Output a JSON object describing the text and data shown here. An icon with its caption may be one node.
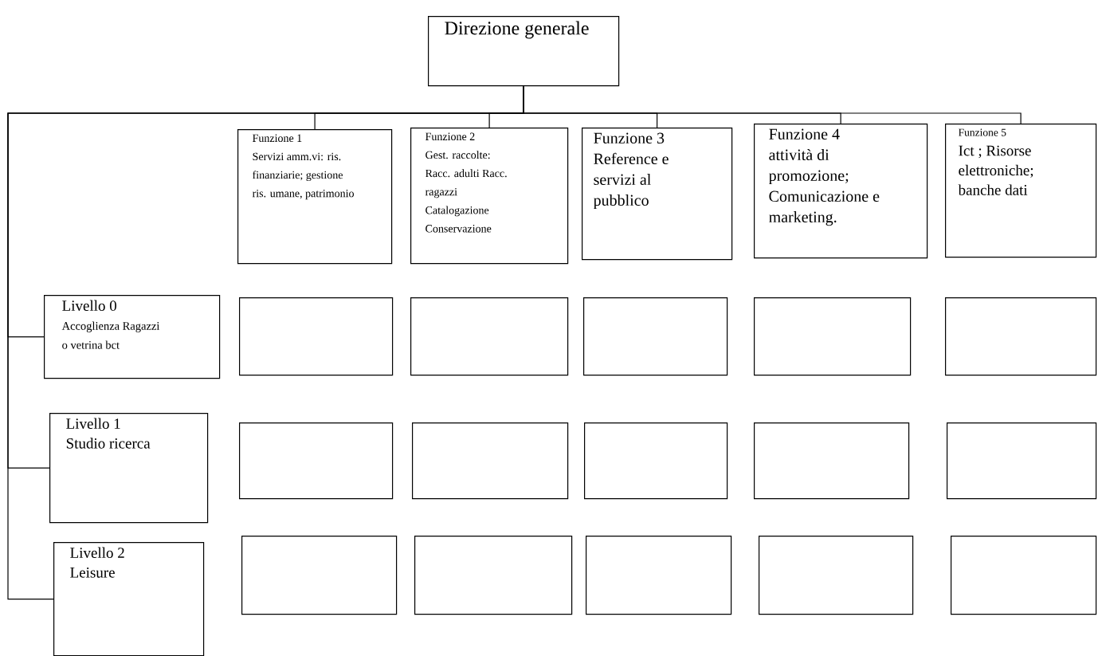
{
  "diagram": {
    "nodes": [
      {
        "text": [
          "Direzione generale"
        ]
      },
      {
        "text": [
          "Funzione 1",
          "Servizi amm.vi: ris. finanziarie; gestione ris. umane, patrimonio"
        ]
      },
      {
        "text": [
          "Funzione 2",
          "Gest. raccolte: Racc. adulti Racc. ragazzi Catalogazione Conservazione"
        ]
      },
      {
        "text": [
          "Funzione 3",
          "Reference e servizi al pubblico"
        ]
      },
      {
        "text": [
          "Funzione 4",
          "attività di promozione; Comunicazione e marketing."
        ]
      },
      {
        "text": [
          "Funzione 5",
          "Ict ; Risorse elettroniche; banche dati"
        ]
      },
      {
        "text": [
          "Livello 0",
          "Accoglienza Ragazzi o vetrina bct"
        ]
      },
      {
        "text": [
          "Livello 1",
          "Studio ricerca"
        ]
      },
      {
        "text": [
          "Livello 2",
          "Leisure"
        ]
      },
      {
        "text": [],
        "shape": "box"
      },
      {
        "text": [],
        "shape": "box"
      },
      {
        "text": [],
        "shape": "box"
      },
      {
        "text": [],
        "shape": "box"
      },
      {
        "text": [],
        "shape": "box"
      },
      {
        "text": [],
        "shape": "box"
      },
      {
        "text": [],
        "shape": "box"
      },
      {
        "text": [],
        "shape": "box"
      },
      {
        "text": [],
        "shape": "box"
      },
      {
        "text": [],
        "shape": "box"
      },
      {
        "text": [],
        "shape": "box"
      },
      {
        "text": [],
        "shape": "box"
      },
      {
        "text": [],
        "shape": "box"
      },
      {
        "text": [],
        "shape": "box"
      },
      {
        "text": [],
        "shape": "box"
      }
    ],
    "edges": [
      {
        "from": 0,
        "to": 1,
        "arrow": "none"
      },
      {
        "from": 0,
        "to": 2,
        "arrow": "none"
      },
      {
        "from": 0,
        "to": 3,
        "arrow": "none"
      },
      {
        "from": 0,
        "to": 4,
        "arrow": "none"
      },
      {
        "from": 0,
        "to": 5,
        "arrow": "none"
      },
      {
        "from": 0,
        "to": 6,
        "arrow": "none"
      },
      {
        "from": 0,
        "to": 7,
        "arrow": "none"
      },
      {
        "from": 0,
        "to": 8,
        "arrow": "none"
      }
    ]
  }
}
